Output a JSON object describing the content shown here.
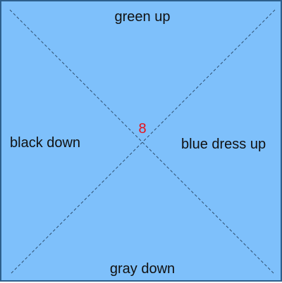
{
  "regions": {
    "top": "green up",
    "left": "black down",
    "right": "blue dress up",
    "bottom": "gray down"
  },
  "center": {
    "value": "8",
    "color": "#e8101a"
  },
  "colors": {
    "background": "#7ec0fb",
    "border": "#2d5f8c",
    "diagonal": "#2f4f6f",
    "text": "#111111"
  }
}
